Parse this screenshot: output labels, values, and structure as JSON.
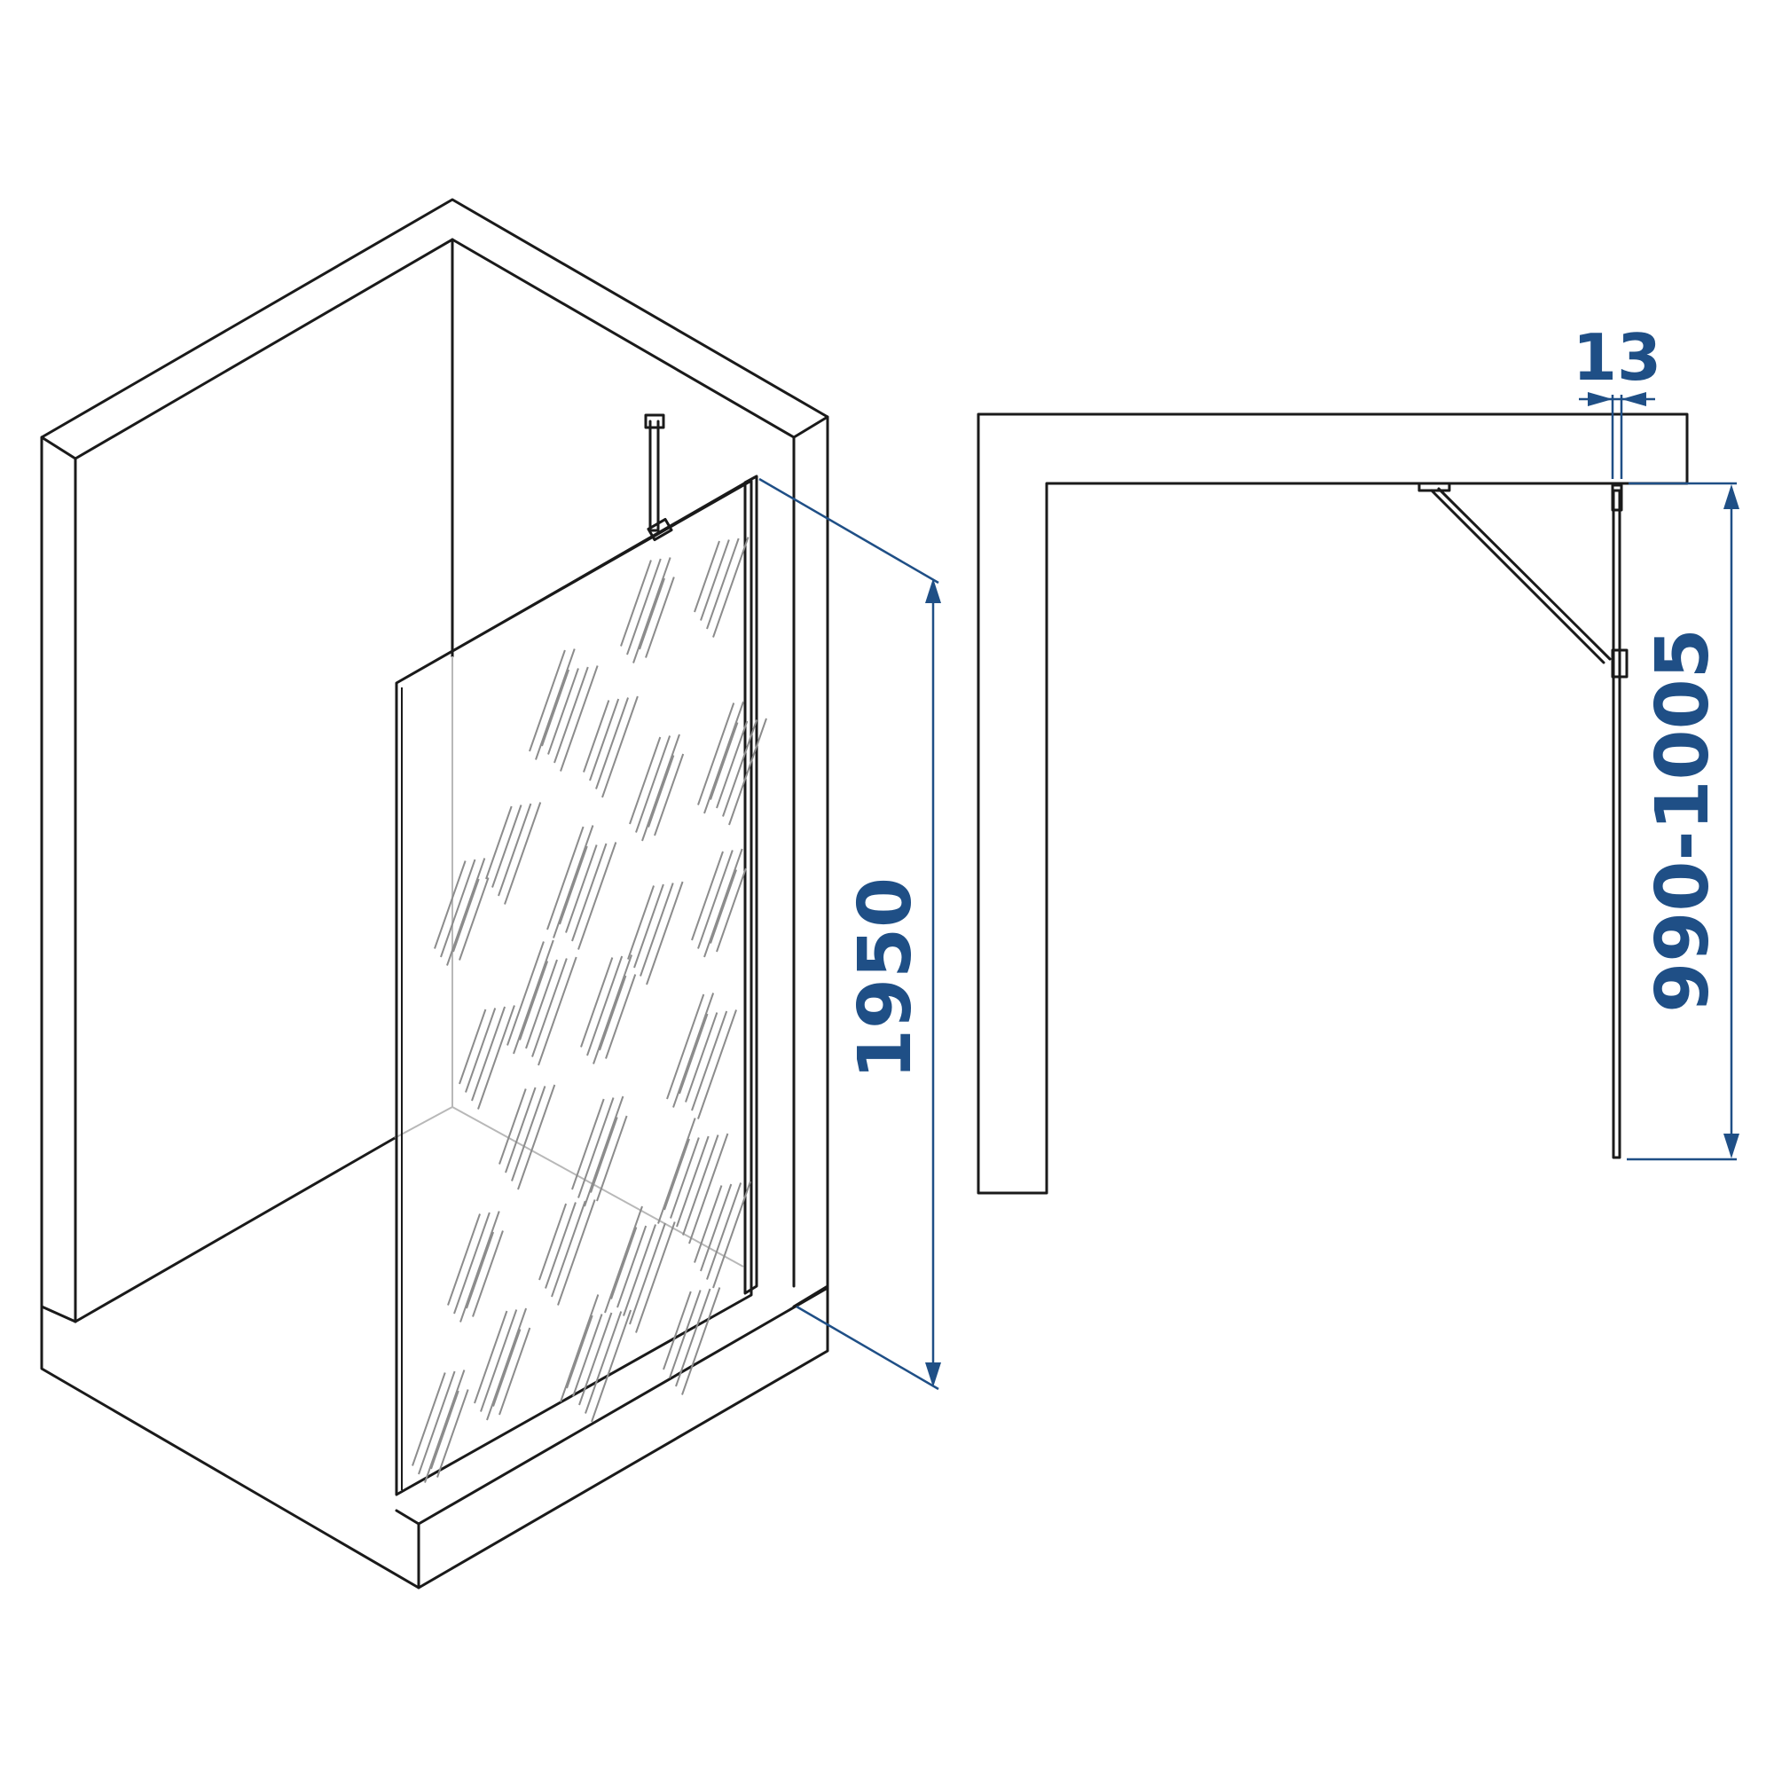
{
  "dimensions": {
    "height": "1950",
    "width_range": "990-1005",
    "glass_thickness": "13"
  },
  "colors": {
    "dimension": "#1f4f86",
    "outline": "#1a1a1a"
  }
}
